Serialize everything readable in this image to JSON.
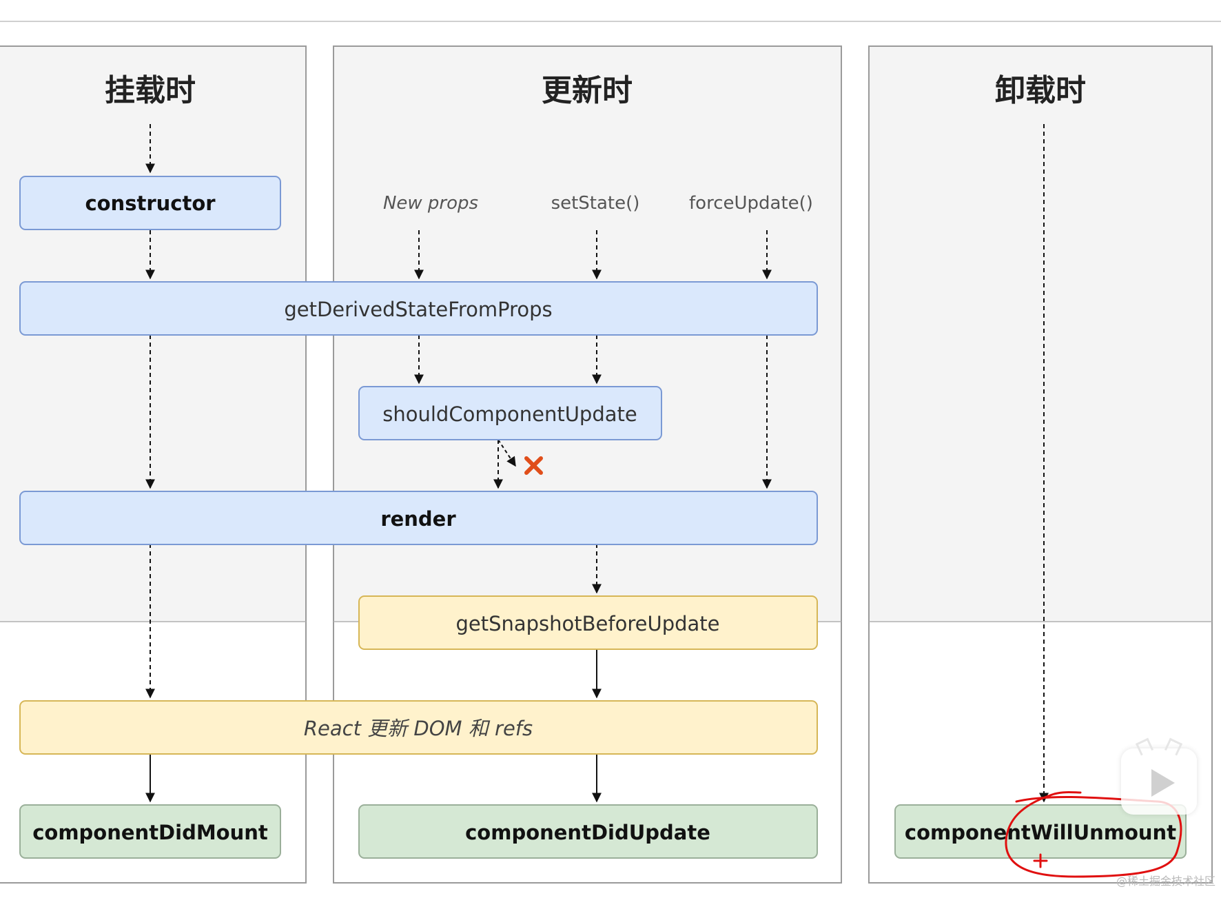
{
  "phases": {
    "mount": "挂载时",
    "update": "更新时",
    "unmount": "卸载时"
  },
  "triggers": {
    "new_props": "New props",
    "set_state": "setState()",
    "force_update": "forceUpdate()"
  },
  "nodes": {
    "constructor": "constructor",
    "get_derived_state": "getDerivedStateFromProps",
    "should_update": "shouldComponentUpdate",
    "render": "render",
    "get_snapshot": "getSnapshotBeforeUpdate",
    "react_update_dom": "React 更新 DOM 和 refs",
    "did_mount": "componentDidMount",
    "did_update": "componentDidUpdate",
    "will_unmount": "componentWillUnmount"
  },
  "watermark": "@稀土掘金技术社区",
  "colors": {
    "phase_bg": "#f4f4f4",
    "phase_border": "#9a9a9a",
    "blue_fill": "#dae8fc",
    "blue_stroke": "#7a99d4",
    "yellow_fill": "#fff2cc",
    "yellow_stroke": "#d6b656",
    "green_fill": "#d5e8d4",
    "green_stroke": "#9aaf99",
    "cross": "#e04e1a",
    "annotation": "#e01010"
  },
  "icons": {
    "skip_marker": "x-cross-icon",
    "player": "play-icon"
  }
}
